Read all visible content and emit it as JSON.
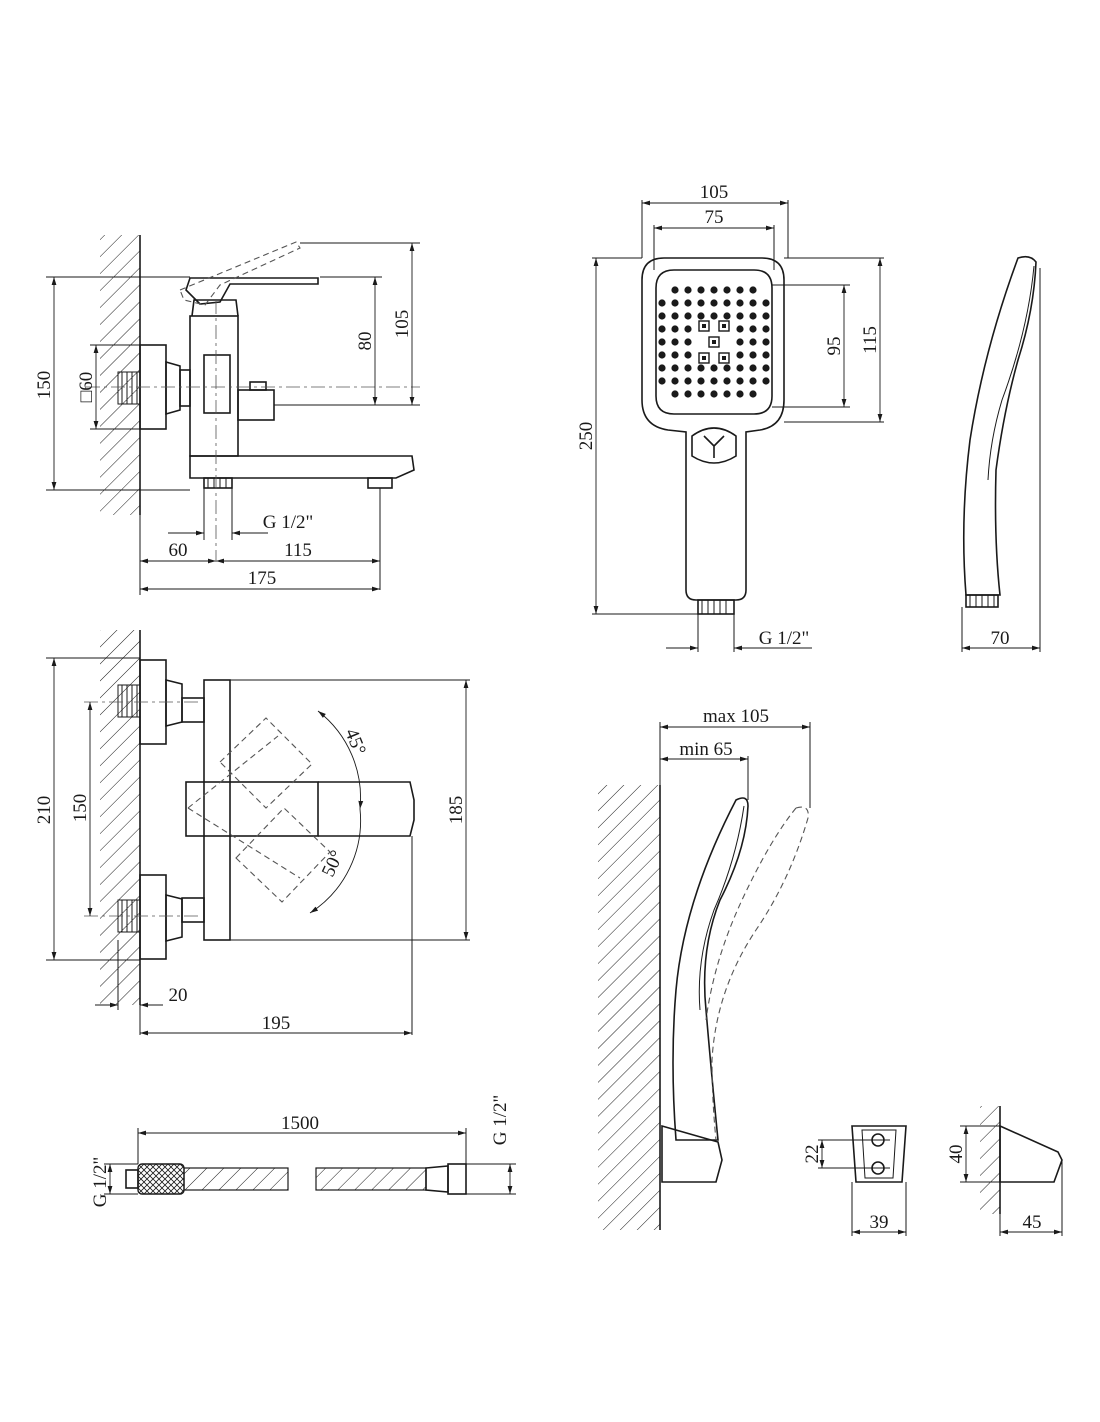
{
  "faucet_side": {
    "dim_150": "150",
    "dim_sq60": "□60",
    "dim_80": "80",
    "dim_105": "105",
    "thread": "G 1/2\"",
    "dim_60": "60",
    "dim_115": "115",
    "dim_175": "175"
  },
  "faucet_top": {
    "dim_210": "210",
    "dim_150": "150",
    "dim_185": "185",
    "angle_45": "45°",
    "angle_50": "50°",
    "dim_20": "20",
    "dim_195": "195"
  },
  "shower_head": {
    "dim_105": "105",
    "dim_75": "75",
    "dim_95": "95",
    "dim_115": "115",
    "dim_250": "250",
    "thread": "G 1/2\"",
    "dim_70": "70"
  },
  "holder": {
    "max_105": "max 105",
    "min_65": "min 65"
  },
  "hose": {
    "length": "1500",
    "thread_left": "G 1/2\"",
    "thread_right": "G 1/2\""
  },
  "bracket": {
    "dim_22": "22",
    "dim_39": "39",
    "dim_40": "40",
    "dim_45": "45"
  }
}
